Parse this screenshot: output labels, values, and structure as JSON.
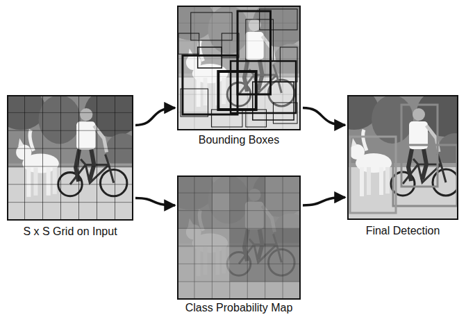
{
  "diagram": {
    "nodes": [
      {
        "text": [
          "S x S Grid on Input"
        ]
      },
      {
        "text": [
          "Bounding Boxes"
        ]
      },
      {
        "text": [
          "Class Probability Map"
        ]
      },
      {
        "text": [
          "Final Detection"
        ]
      }
    ],
    "edges": [
      {
        "from": 0,
        "to": 1,
        "arrow": "to"
      },
      {
        "from": 0,
        "to": 2,
        "arrow": "to"
      },
      {
        "from": 1,
        "to": 3,
        "arrow": "to"
      },
      {
        "from": 2,
        "to": 3,
        "arrow": "to"
      }
    ]
  }
}
